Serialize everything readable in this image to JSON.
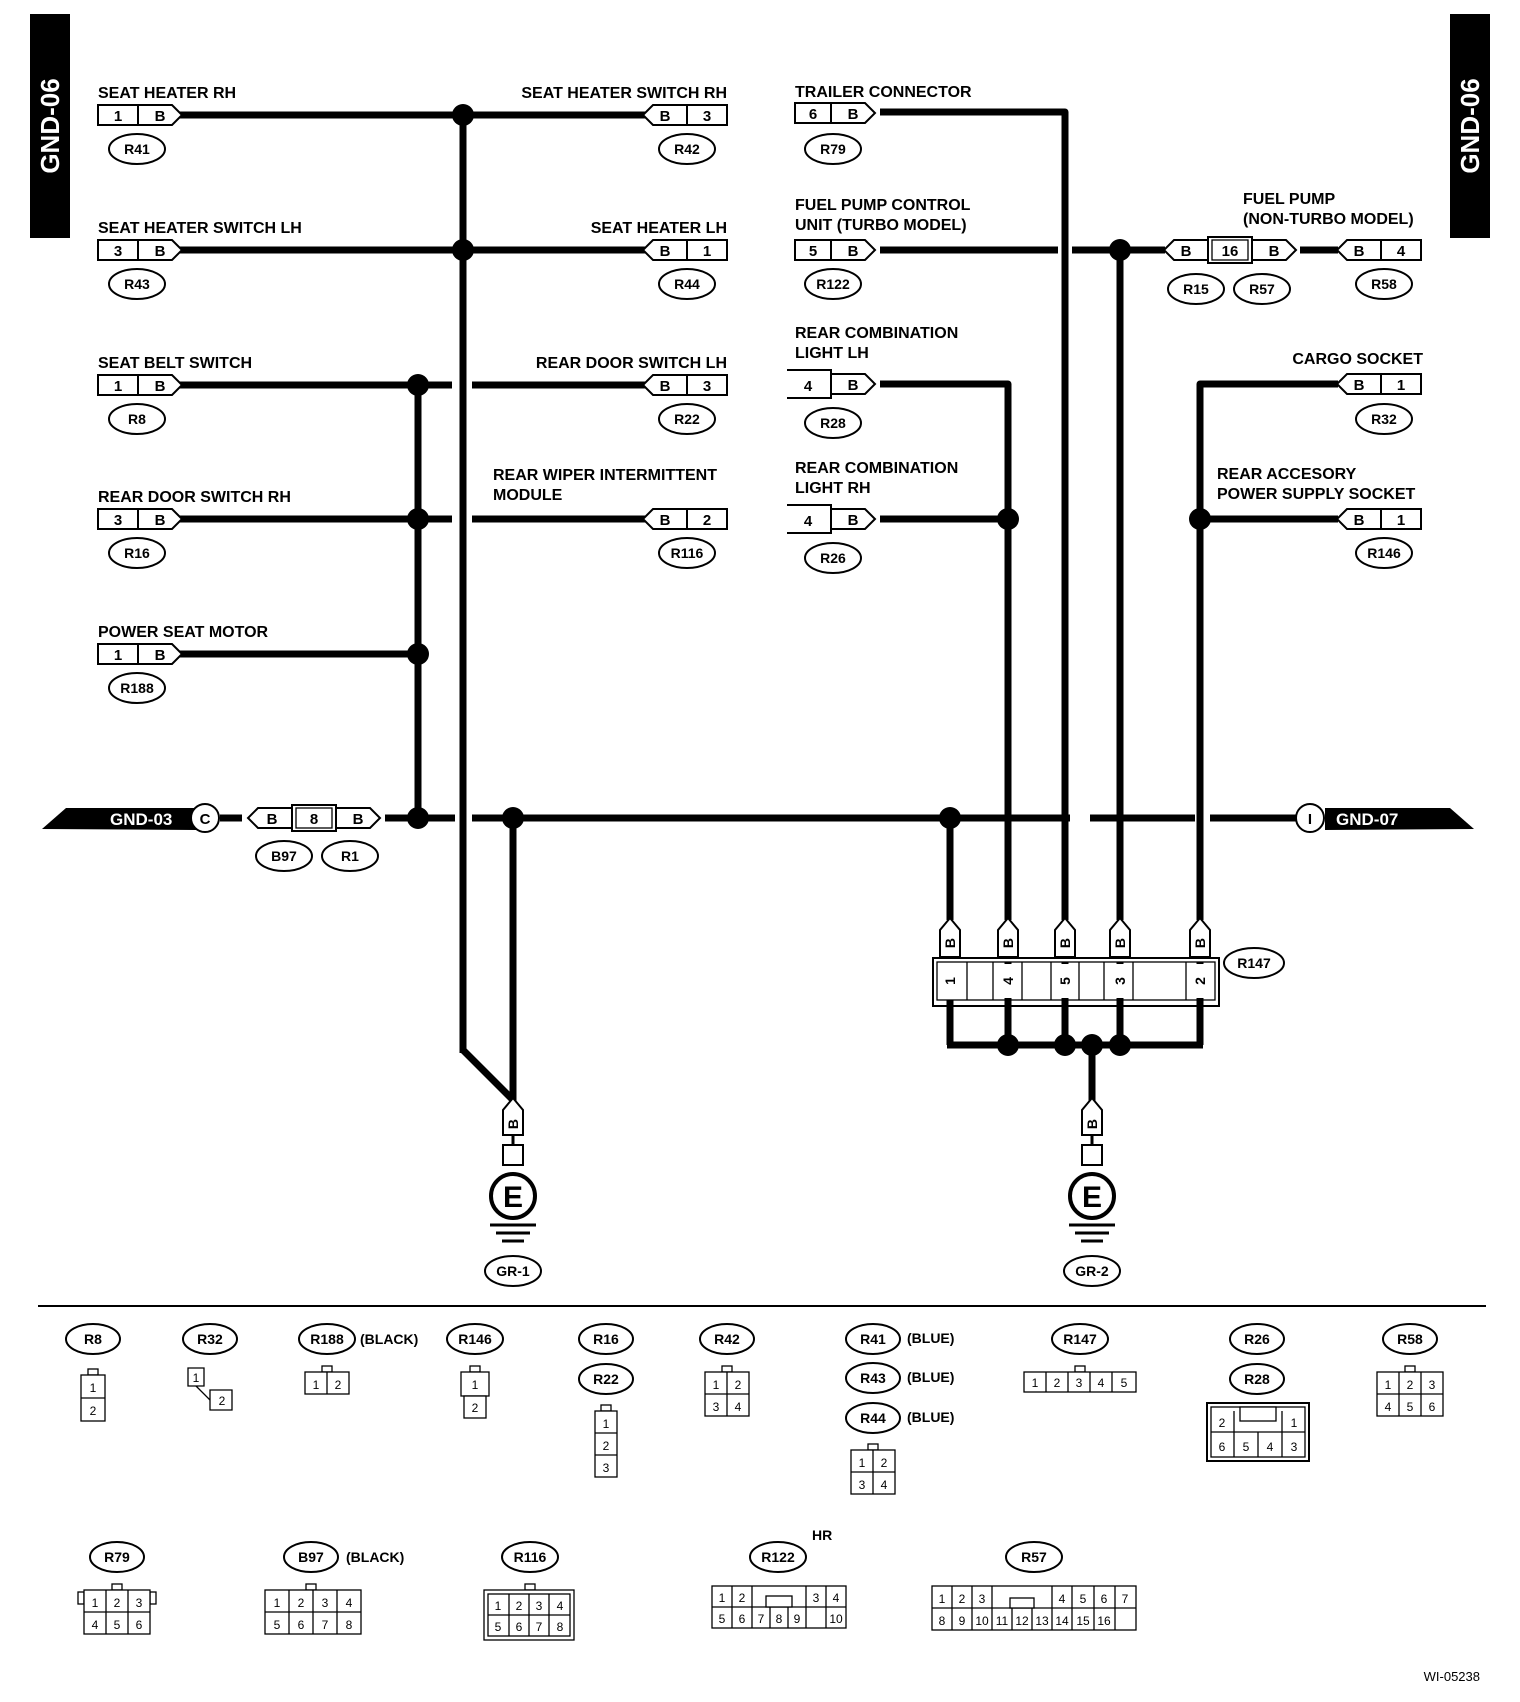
{
  "side_tabs": {
    "left": "GND-06",
    "right": "GND-06"
  },
  "bus": {
    "left_ref": "GND-03",
    "left_letter": "C",
    "right_ref": "GND-07",
    "right_letter": "I"
  },
  "pin_b": "B",
  "components": {
    "seat_heater_rh": {
      "label": "SEAT HEATER RH",
      "pin": "1",
      "connector": "R41"
    },
    "seat_heater_switch_rh": {
      "label": "SEAT HEATER SWITCH RH",
      "pin": "3",
      "connector": "R42"
    },
    "trailer_connector": {
      "label": "TRAILER CONNECTOR",
      "pin": "6",
      "connector": "R79"
    },
    "seat_heater_switch_lh": {
      "label": "SEAT HEATER SWITCH LH",
      "pin": "3",
      "connector": "R43"
    },
    "seat_heater_lh": {
      "label": "SEAT HEATER LH",
      "pin": "1",
      "connector": "R44"
    },
    "fuel_pump_control": {
      "label1": "FUEL PUMP CONTROL",
      "label2": "UNIT (TURBO MODEL)",
      "pin": "5",
      "connector": "R122"
    },
    "fuel_pump": {
      "label1": "FUEL PUMP",
      "label2": "(NON-TURBO MODEL)",
      "pin": "4",
      "connector": "R58"
    },
    "joint_r15_r57": {
      "pin": "16",
      "connector_a": "R15",
      "connector_b": "R57"
    },
    "seat_belt_switch": {
      "label": "SEAT BELT SWITCH",
      "pin": "1",
      "connector": "R8"
    },
    "rear_door_switch_lh": {
      "label": "REAR DOOR SWITCH LH",
      "pin": "3",
      "connector": "R22"
    },
    "rear_comb_light_lh": {
      "label1": "REAR COMBINATION",
      "label2": "LIGHT LH",
      "pin": "4",
      "connector": "R28"
    },
    "cargo_socket": {
      "label": "CARGO SOCKET",
      "pin": "1",
      "connector": "R32"
    },
    "rear_door_switch_rh": {
      "label": "REAR DOOR SWITCH RH",
      "pin": "3",
      "connector": "R16"
    },
    "rear_wiper_module": {
      "label1": "REAR WIPER INTERMITTENT",
      "label2": "MODULE",
      "pin": "2",
      "connector": "R116"
    },
    "rear_comb_light_rh": {
      "label1": "REAR COMBINATION",
      "label2": "LIGHT RH",
      "pin": "4",
      "connector": "R26"
    },
    "rear_accessory_socket": {
      "label1": "REAR ACCESORY",
      "label2": "POWER SUPPLY SOCKET",
      "pin": "1",
      "connector": "R146"
    },
    "power_seat_motor": {
      "label": "POWER SEAT MOTOR",
      "pin": "1",
      "connector": "R188"
    },
    "joint_b97_r1": {
      "pin": "8",
      "connector_a": "B97",
      "connector_b": "R1"
    },
    "joint_r147": {
      "connector": "R147",
      "pins": [
        "1",
        "4",
        "5",
        "3",
        "2"
      ]
    },
    "ground_1": {
      "letter": "E",
      "ref": "GR-1"
    },
    "ground_2": {
      "letter": "E",
      "ref": "GR-2"
    }
  },
  "legend": {
    "r8": {
      "id": "R8",
      "pins": [
        "1",
        "2"
      ]
    },
    "r32": {
      "id": "R32",
      "pins": [
        "1",
        "2"
      ]
    },
    "r188": {
      "id": "R188",
      "note": "(BLACK)",
      "pins": [
        "1",
        "2"
      ]
    },
    "r146": {
      "id": "R146",
      "pins": [
        "1",
        "2"
      ]
    },
    "r16": {
      "id": "R16"
    },
    "r22": {
      "id": "R22",
      "pins": [
        "1",
        "2",
        "3"
      ]
    },
    "r42": {
      "id": "R42",
      "pins": [
        "1",
        "2",
        "3",
        "4"
      ]
    },
    "r41": {
      "id": "R41",
      "note": "(BLUE)"
    },
    "r43": {
      "id": "R43",
      "note": "(BLUE)"
    },
    "r44": {
      "id": "R44",
      "note": "(BLUE)",
      "pins": [
        "1",
        "2",
        "3",
        "4"
      ]
    },
    "r147": {
      "id": "R147",
      "pins": [
        "1",
        "2",
        "3",
        "4",
        "5"
      ]
    },
    "r26": {
      "id": "R26"
    },
    "r28": {
      "id": "R28",
      "pins": [
        "2",
        "1",
        "6",
        "5",
        "4",
        "3"
      ]
    },
    "r58": {
      "id": "R58",
      "pins": [
        "1",
        "2",
        "3",
        "4",
        "5",
        "6"
      ]
    },
    "r79": {
      "id": "R79",
      "pins": [
        "1",
        "2",
        "3",
        "4",
        "5",
        "6"
      ]
    },
    "b97": {
      "id": "B97",
      "note": "(BLACK)",
      "pins": [
        "1",
        "2",
        "3",
        "4",
        "5",
        "6",
        "7",
        "8"
      ]
    },
    "r116": {
      "id": "R116",
      "pins": [
        "1",
        "2",
        "3",
        "4",
        "5",
        "6",
        "7",
        "8"
      ]
    },
    "r122": {
      "id": "R122",
      "note": "HR",
      "pins": [
        "1",
        "2",
        "3",
        "4",
        "5",
        "6",
        "7",
        "8",
        "9",
        "10"
      ]
    },
    "r57": {
      "id": "R57",
      "pins": [
        "1",
        "2",
        "3",
        "4",
        "5",
        "6",
        "7",
        "8",
        "9",
        "10",
        "11",
        "12",
        "13",
        "14",
        "15",
        "16"
      ]
    }
  },
  "figure_id": "WI-05238"
}
